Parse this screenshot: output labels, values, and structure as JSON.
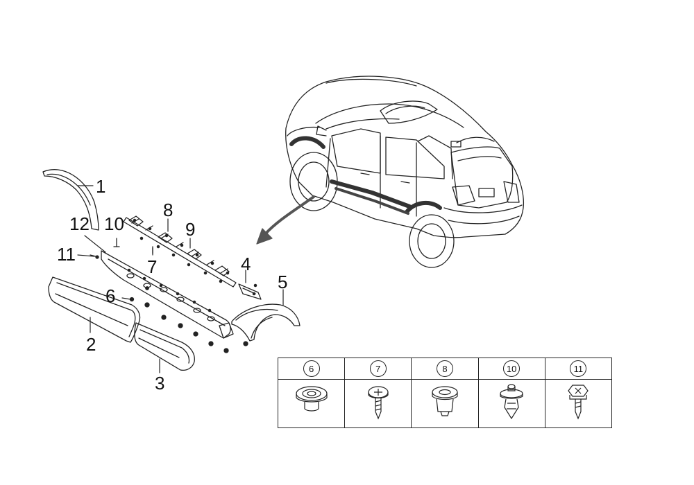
{
  "callouts": [
    "1",
    "2",
    "3",
    "4",
    "5",
    "6",
    "7",
    "8",
    "9",
    "10",
    "11",
    "12"
  ],
  "clip_table": {
    "headers": [
      "6",
      "7",
      "8",
      "10",
      "11"
    ],
    "icons": [
      "push-nut-icon",
      "screw-icon",
      "grommet-icon",
      "push-clip-icon",
      "screw-clip-icon"
    ]
  },
  "colors": {
    "line": "#222222",
    "arrow": "#555555"
  }
}
